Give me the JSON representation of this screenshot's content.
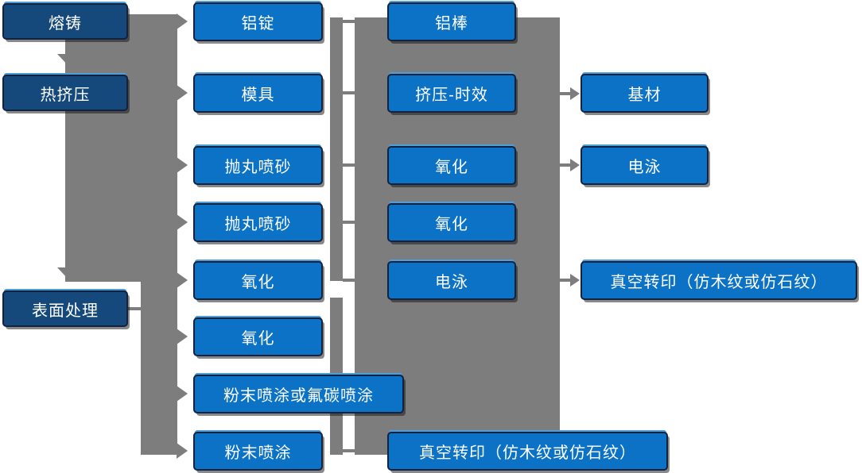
{
  "colors": {
    "process_box": "#0B72C5",
    "stage_box": "#15497B",
    "connector_gray": "#7D7D7D",
    "box_border": "#13233F",
    "box_top_highlight": "#4E9ED9",
    "text": "#FFFFFF"
  },
  "nodes": {
    "stages": [
      {
        "id": "melting",
        "label": "熔铸",
        "row": 1
      },
      {
        "id": "hot-extrusion",
        "label": "热挤压",
        "row": 2
      },
      {
        "id": "surface-treatment",
        "label": "表面处理",
        "row": 5
      }
    ],
    "col2": [
      {
        "id": "aluminum-ingot",
        "label": "铝锭",
        "row": 1
      },
      {
        "id": "mold",
        "label": "模具",
        "row": 2
      },
      {
        "id": "shot-blasting-1",
        "label": "抛丸喷砂",
        "row": 3
      },
      {
        "id": "shot-blasting-2",
        "label": "抛丸喷砂",
        "row": 4
      },
      {
        "id": "oxidation-1",
        "label": "氧化",
        "row": 5
      },
      {
        "id": "oxidation-2",
        "label": "氧化",
        "row": 6
      },
      {
        "id": "powder-or-fluorocarbon-coating",
        "label": "粉末喷涂或氟碳喷涂",
        "row": 7
      },
      {
        "id": "powder-coating",
        "label": "粉末喷涂",
        "row": 8
      }
    ],
    "col3": [
      {
        "id": "aluminum-rod",
        "label": "铝棒",
        "row": 1
      },
      {
        "id": "extrusion-aging",
        "label": "挤压-时效",
        "row": 2
      },
      {
        "id": "oxidation-3",
        "label": "氧化",
        "row": 3
      },
      {
        "id": "oxidation-4",
        "label": "氧化",
        "row": 4
      },
      {
        "id": "electrophoresis-1",
        "label": "电泳",
        "row": 5
      },
      {
        "id": "vacuum-transfer-col3",
        "label": "真空转印（仿木纹或仿石纹）",
        "row": 8
      }
    ],
    "col4": [
      {
        "id": "base-material",
        "label": "基材",
        "row": 2
      },
      {
        "id": "electrophoresis-2",
        "label": "电泳",
        "row": 3
      },
      {
        "id": "vacuum-transfer-col4",
        "label": "真空转印（仿木纹或仿石纹）",
        "row": 5
      }
    ]
  }
}
